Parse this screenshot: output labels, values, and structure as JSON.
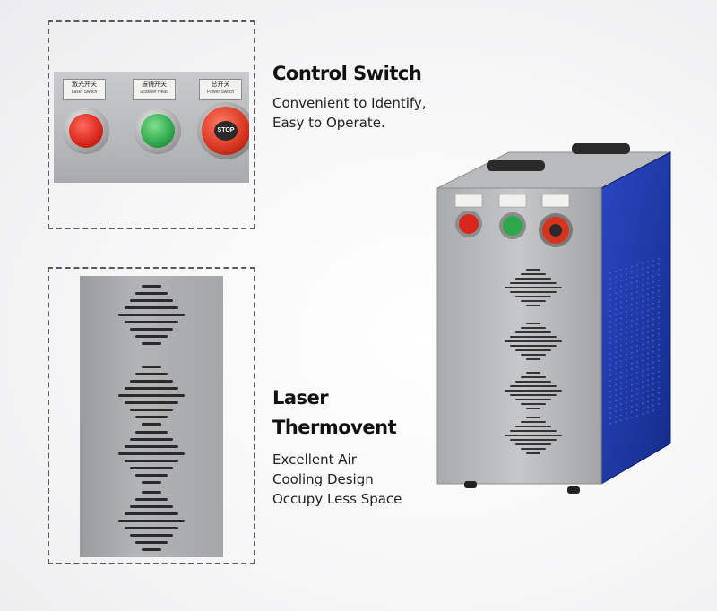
{
  "control_section": {
    "title": "Control Switch",
    "line1": "Convenient to Identify,",
    "line2": "Easy to Operate."
  },
  "thermo_section": {
    "title_line1": "Laser",
    "title_line2": "Thermovent",
    "line1": "Excellent Air",
    "line2": "Cooling Design",
    "line3": "Occupy Less Space"
  },
  "switch_labels": [
    {
      "cn": "激光开关",
      "en": "Laser Switch"
    },
    {
      "cn": "振镜开关",
      "en": "Scanner Head"
    },
    {
      "cn": "总开关",
      "en": "Power Switch"
    }
  ],
  "stop_label": "STOP",
  "colors": {
    "red_button": "#d8261c",
    "green_button": "#2ea84a",
    "stop_button": "#d7341f",
    "side_panel": "#1f3aa8"
  }
}
